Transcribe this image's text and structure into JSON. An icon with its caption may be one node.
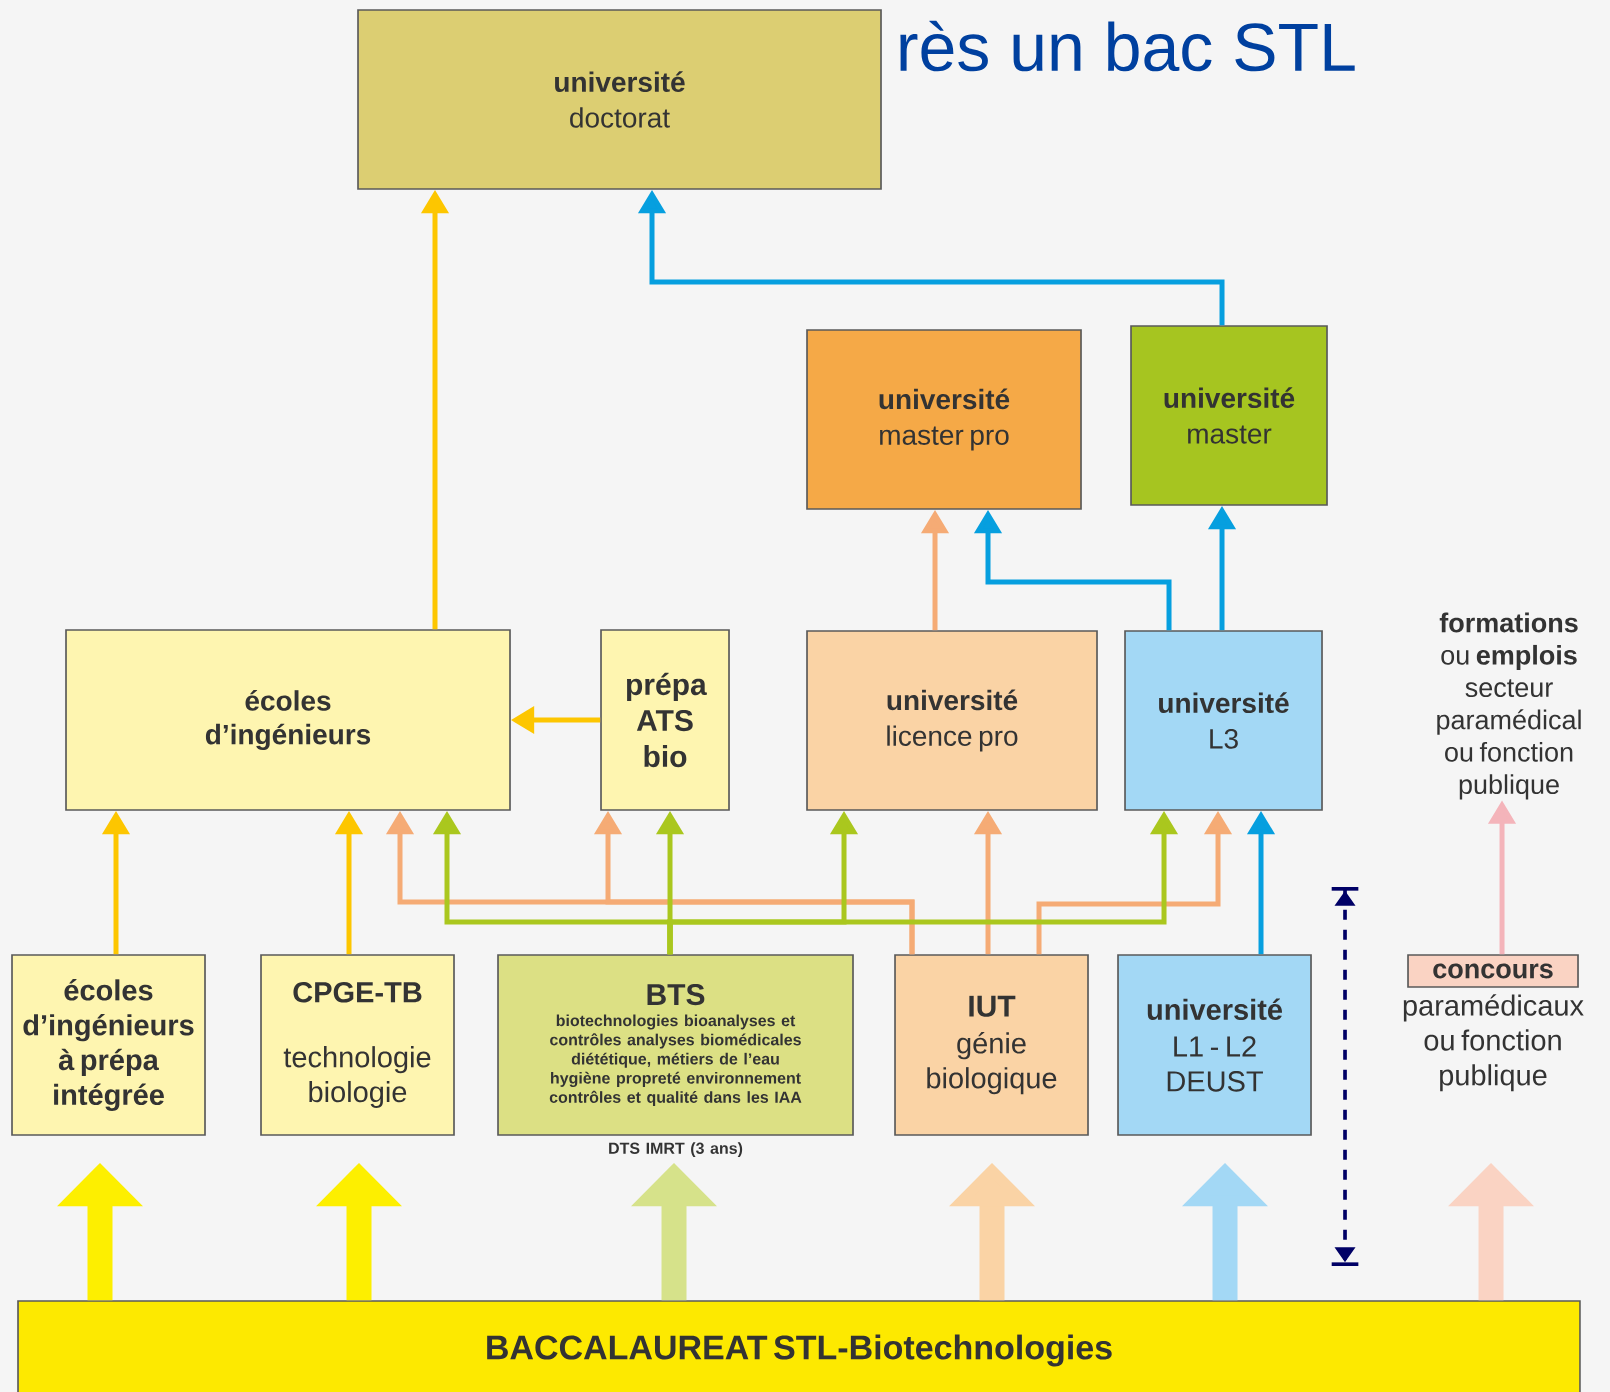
{
  "diagram": {
    "title": "rès un bac STL",
    "nodes": [
      {
        "text": [
          "université",
          "doctorat"
        ]
      },
      {
        "text": [
          "université",
          "master pro"
        ]
      },
      {
        "text": [
          "université",
          "master"
        ]
      },
      {
        "text": [
          "écoles d’ingénieurs"
        ]
      },
      {
        "text": [
          "prépa ATS bio"
        ]
      },
      {
        "text": [
          "université",
          "licence pro"
        ]
      },
      {
        "text": [
          "université",
          "L3"
        ]
      },
      {
        "text": [
          "**formations** ou **emplois** secteur paramédical ou fonction publique"
        ]
      },
      {
        "text": [
          "écoles d’ingénieurs à prépa intégrée"
        ]
      },
      {
        "text": [
          "CPGE-TB",
          "technologie biologie"
        ]
      },
      {
        "text": [
          "BTS",
          "biotechnologies bioanalyses et contrôles analyses biomédicales diététique, métiers de l’eau hygiène propreté environnement contrôles et qualité dans les IAA"
        ],
        "beside": [
          "DTS IMRT (3 ans)"
        ]
      },
      {
        "text": [
          "IUT",
          "génie biologique"
        ]
      },
      {
        "text": [
          "université",
          "L1 - L2 DEUST"
        ]
      },
      {
        "text": [
          "concours"
        ],
        "beside": [
          "paramédicaux ou fonction publique"
        ]
      },
      {
        "text": [
          "BACCALAUREAT STL-Biotechnologies"
        ]
      }
    ],
    "edges": [
      {
        "from": 3,
        "to": 0,
        "arrow": "to",
        "color": "#fdc600"
      },
      {
        "from": 2,
        "to": 0,
        "arrow": "to",
        "color": "#069fdf"
      },
      {
        "from": 5,
        "to": 1,
        "arrow": "to",
        "color": "#f5ab75"
      },
      {
        "from": 6,
        "to": 1,
        "arrow": "to",
        "color": "#069fdf"
      },
      {
        "from": 6,
        "to": 2,
        "arrow": "to",
        "color": "#069fdf"
      },
      {
        "from": 4,
        "to": 3,
        "arrow": "to",
        "color": "#fdc600"
      },
      {
        "from": 8,
        "to": 3,
        "arrow": "to",
        "color": "#fdc600"
      },
      {
        "from": 9,
        "to": 3,
        "arrow": "to",
        "color": "#fdc600"
      },
      {
        "from": 11,
        "to": 3,
        "arrow": "to",
        "color": "#f5ab75"
      },
      {
        "from": 11,
        "to": 4,
        "arrow": "to",
        "color": "#f5ab75"
      },
      {
        "from": 11,
        "to": 5,
        "arrow": "to",
        "color": "#f5ab75"
      },
      {
        "from": 11,
        "to": 6,
        "arrow": "to",
        "color": "#f5ab75"
      },
      {
        "from": 10,
        "to": 3,
        "arrow": "to",
        "color": "#aac71e"
      },
      {
        "from": 10,
        "to": 4,
        "arrow": "to",
        "color": "#aac71e"
      },
      {
        "from": 10,
        "to": 5,
        "arrow": "to",
        "color": "#aac71e"
      },
      {
        "from": 10,
        "to": 6,
        "arrow": "to",
        "color": "#aac71e"
      },
      {
        "from": 12,
        "to": 6,
        "arrow": "to",
        "color": "#069fdf"
      },
      {
        "from": 13,
        "to": 7,
        "arrow": "to",
        "color": "#f4b4ba"
      },
      {
        "from": 14,
        "to": 8,
        "arrow": "to",
        "style": "thick",
        "color": "#fdef00"
      },
      {
        "from": 14,
        "to": 9,
        "arrow": "to",
        "style": "thick",
        "color": "#fdef00"
      },
      {
        "from": 14,
        "to": 10,
        "arrow": "to",
        "style": "thick",
        "color": "#d6e28a"
      },
      {
        "from": 14,
        "to": 11,
        "arrow": "to",
        "style": "thick",
        "color": "#fad3a5"
      },
      {
        "from": 14,
        "to": 12,
        "arrow": "to",
        "style": "thick",
        "color": "#a3d8f5"
      },
      {
        "from": 14,
        "to": 13,
        "arrow": "to",
        "style": "thick",
        "color": "#fad3c3"
      }
    ]
  }
}
